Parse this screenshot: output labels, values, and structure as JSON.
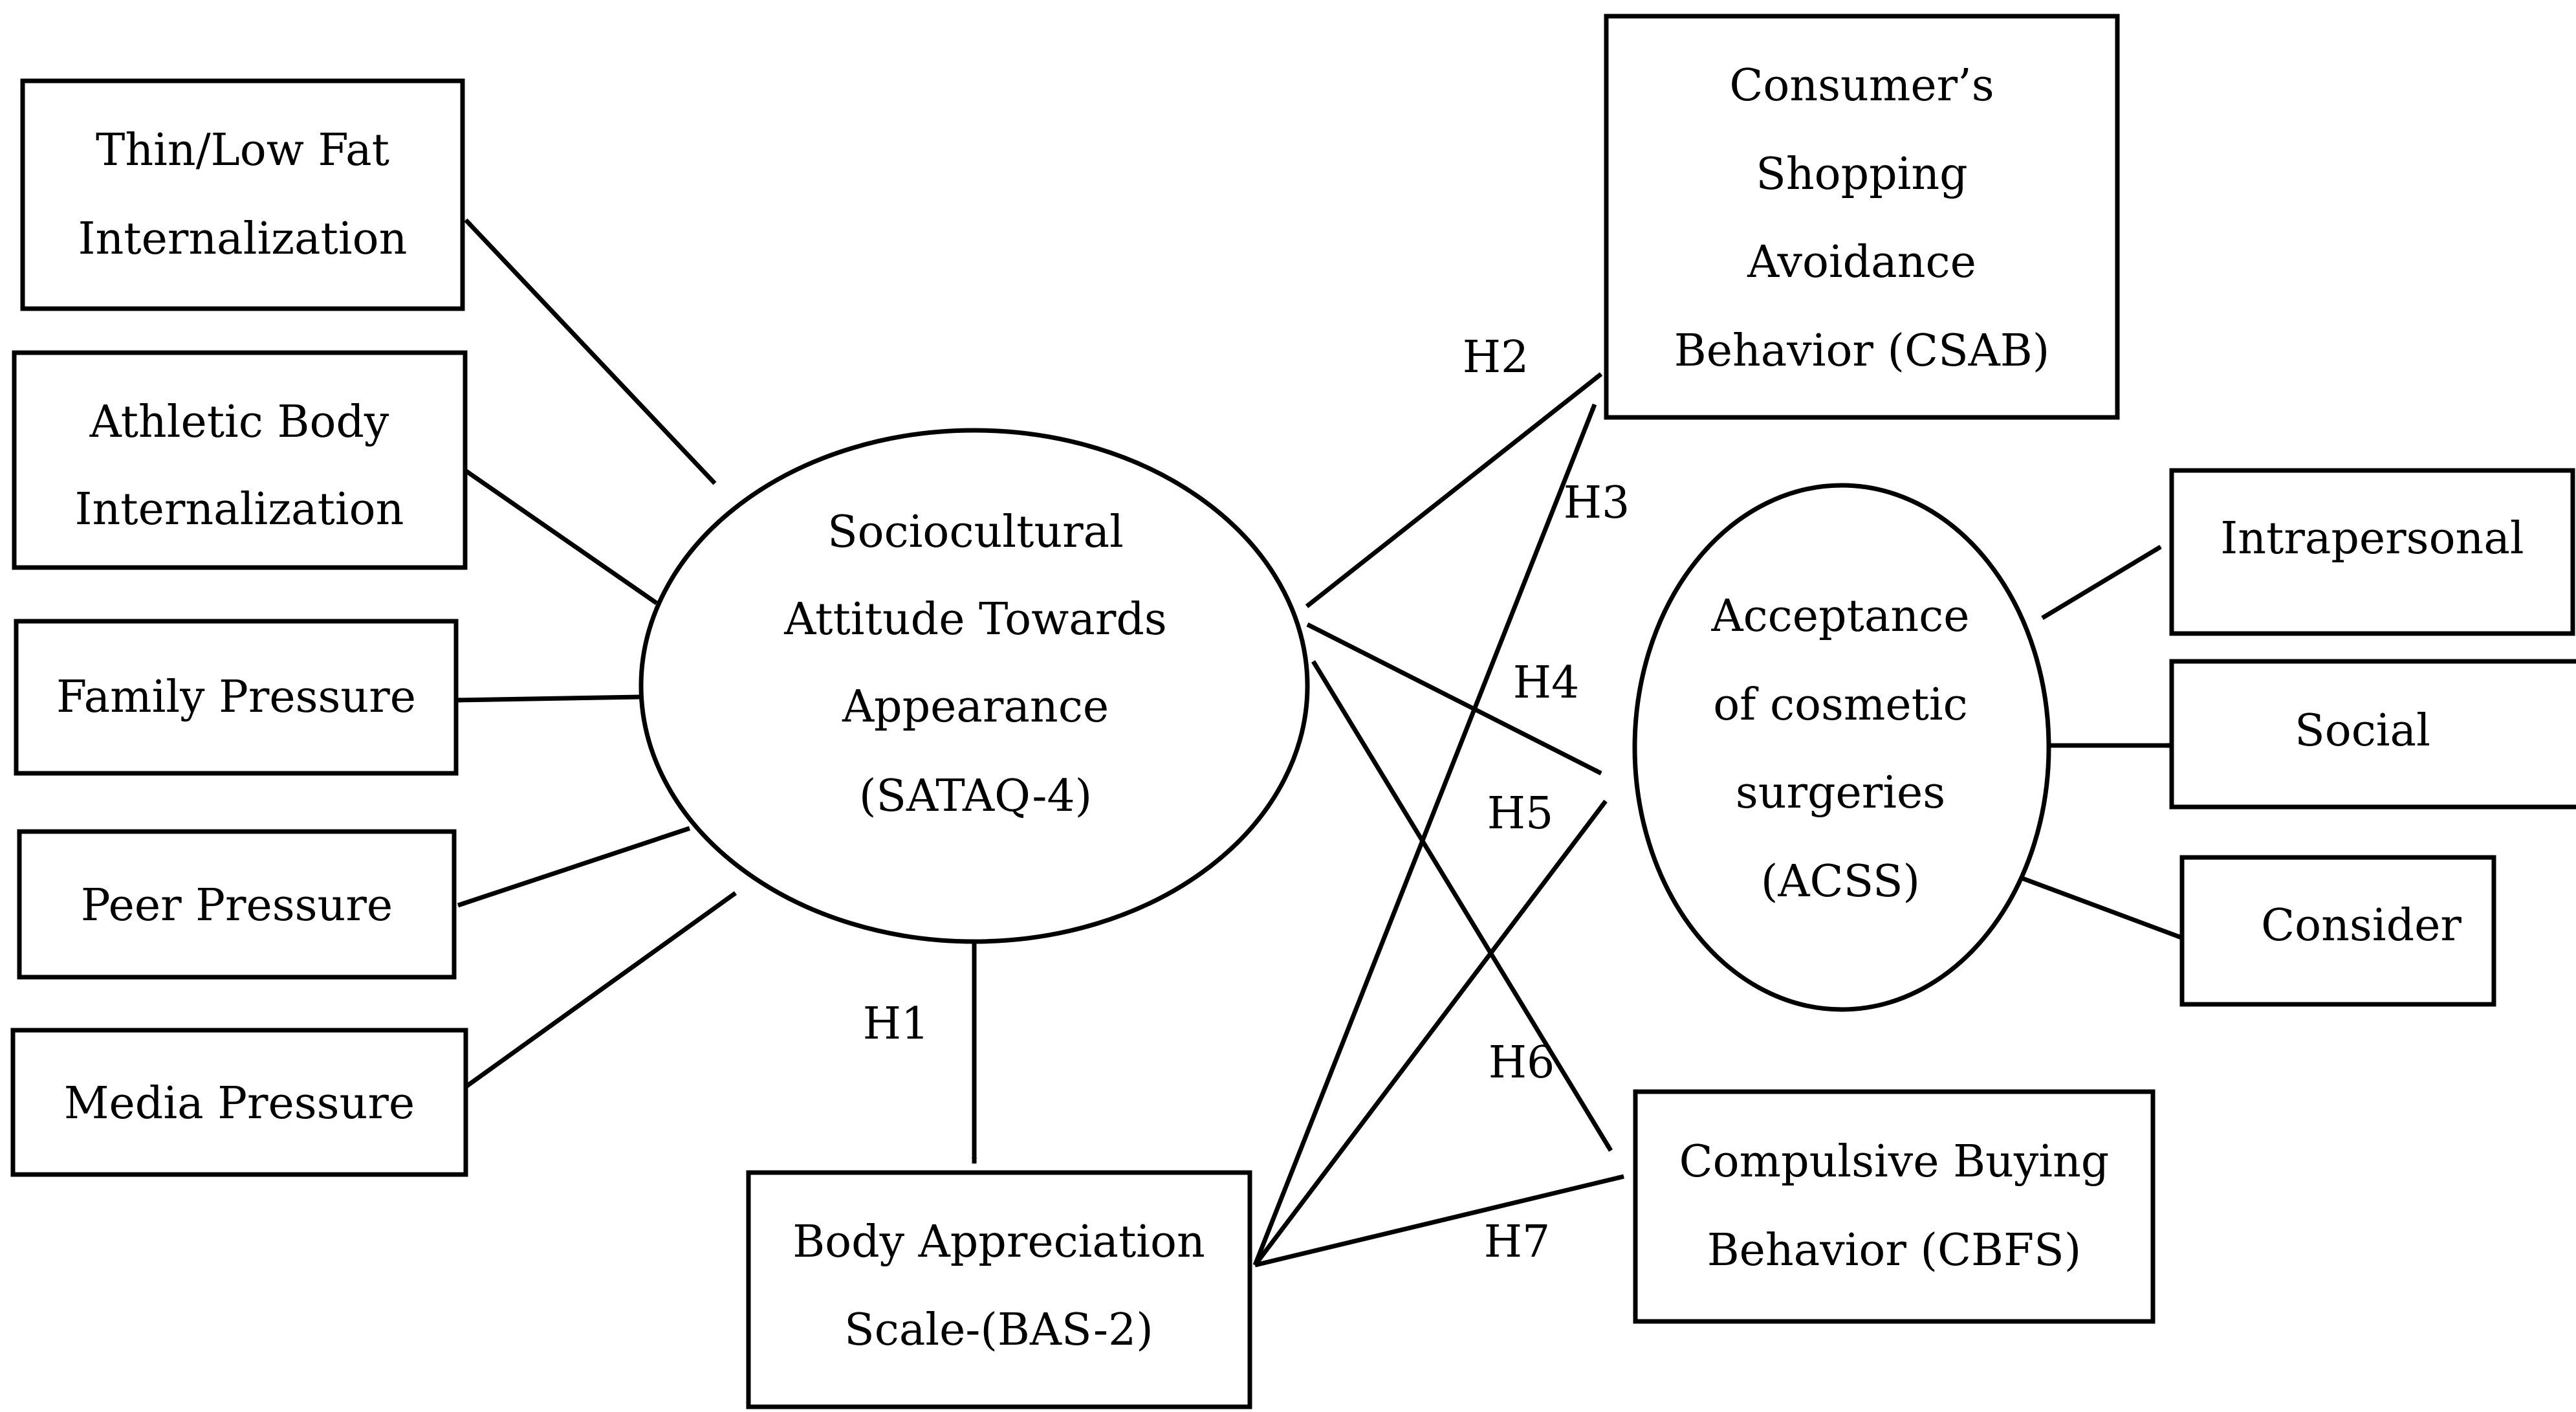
{
  "nodes": {
    "thin": [
      "Thin/Low Fat",
      "Internalization"
    ],
    "athletic": [
      "Athletic Body",
      "Internalization"
    ],
    "family": [
      "Family Pressure"
    ],
    "peer": [
      "Peer Pressure"
    ],
    "media": [
      "Media Pressure"
    ],
    "sataq": [
      "Sociocultural",
      "Attitude Towards",
      "Appearance",
      "(SATAQ-4)"
    ],
    "bas": [
      "Body Appreciation",
      "Scale-(BAS-2)"
    ],
    "csab": [
      "Consumer’s",
      "Shopping",
      "Avoidance",
      "Behavior (CSAB)"
    ],
    "acss": [
      "Acceptance",
      "of cosmetic",
      "surgeries",
      "(ACSS)"
    ],
    "cbfs": [
      "Compulsive Buying",
      "Behavior (CBFS)"
    ],
    "intra": [
      "Intrapersonal"
    ],
    "social": [
      "Social"
    ],
    "consider": [
      "Consider"
    ]
  },
  "hypotheses": {
    "h1": "H1",
    "h2": "H2",
    "h3": "H3",
    "h4": "H4",
    "h5": "H5",
    "h6": "H6",
    "h7": "H7"
  },
  "edges": [
    {
      "from": "sataq",
      "to": "thin"
    },
    {
      "from": "sataq",
      "to": "athletic"
    },
    {
      "from": "sataq",
      "to": "family"
    },
    {
      "from": "sataq",
      "to": "peer"
    },
    {
      "from": "sataq",
      "to": "media"
    },
    {
      "from": "sataq",
      "to": "bas",
      "label": "H1"
    },
    {
      "from": "sataq",
      "to": "csab",
      "label": "H2"
    },
    {
      "from": "bas",
      "to": "csab",
      "label": "H3"
    },
    {
      "from": "sataq",
      "to": "acss",
      "label": "H4"
    },
    {
      "from": "bas",
      "to": "acss",
      "label": "H5"
    },
    {
      "from": "sataq",
      "to": "cbfs",
      "label": "H6"
    },
    {
      "from": "bas",
      "to": "cbfs",
      "label": "H7"
    },
    {
      "from": "acss",
      "to": "intra"
    },
    {
      "from": "acss",
      "to": "social"
    },
    {
      "from": "acss",
      "to": "consider"
    }
  ]
}
